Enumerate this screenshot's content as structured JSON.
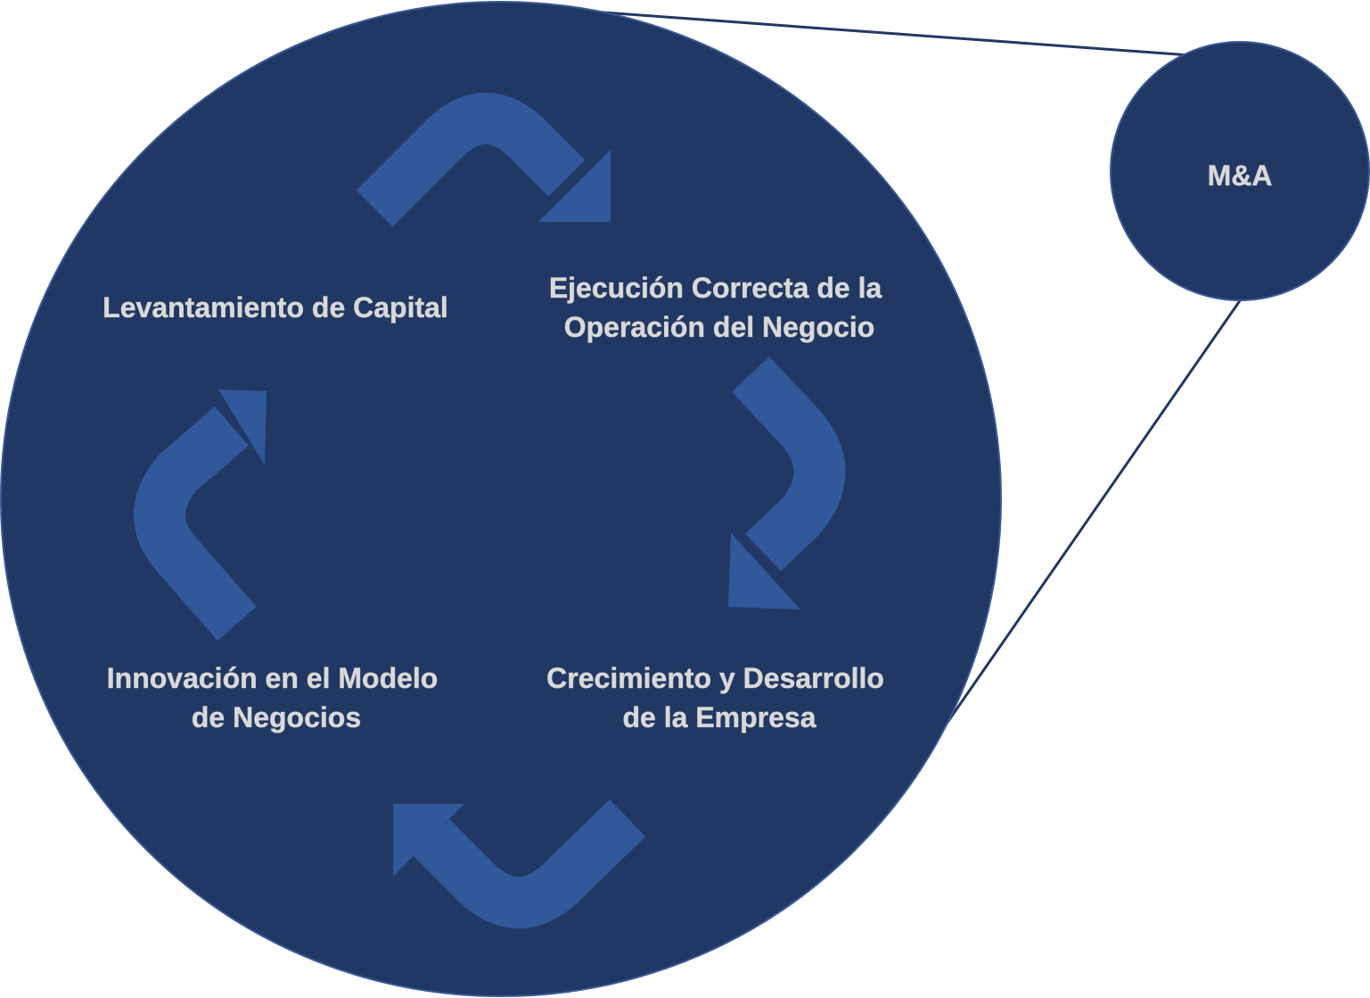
{
  "colors": {
    "main_circle": "#213864",
    "main_circle_border": "#3a5a98",
    "arrows": "#30589a",
    "label_text": "#d9d9d9",
    "connector": "#213864"
  },
  "cycle": {
    "stages": [
      {
        "line1": "Levantamiento de Capital",
        "line2": ""
      },
      {
        "line1": "Ejecución Correcta de la",
        "line2": "Operación del Negocio"
      },
      {
        "line1": "Crecimiento y Desarrollo",
        "line2": "de la Empresa"
      },
      {
        "line1": "Innovación en el Modelo",
        "line2": "de Negocios"
      }
    ]
  },
  "callout": {
    "label": "M&A"
  }
}
